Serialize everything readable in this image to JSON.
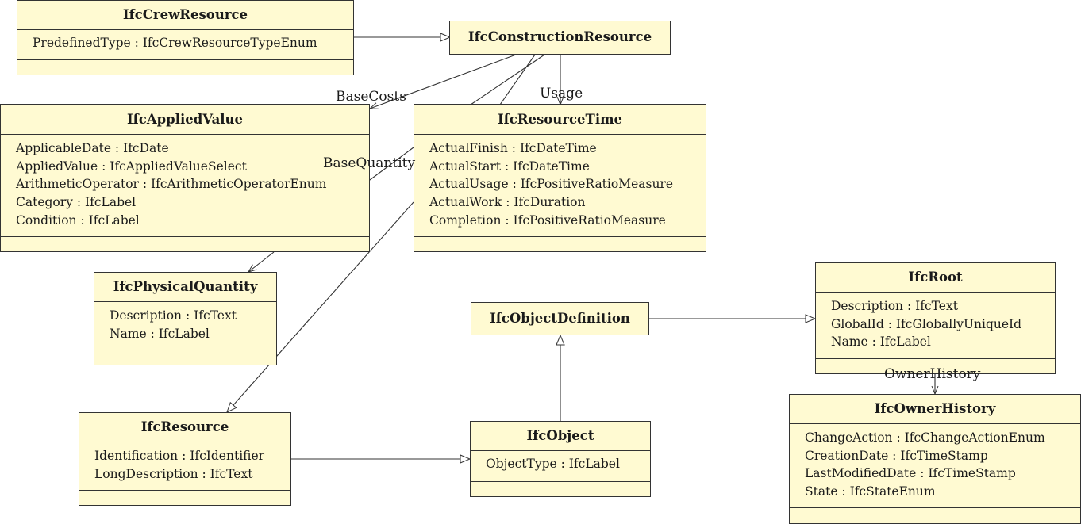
{
  "classes": {
    "crew_resource": {
      "name": "IfcCrewResource",
      "attributes": [
        "PredefinedType : IfcCrewResourceTypeEnum"
      ]
    },
    "construction_resource": {
      "name": "IfcConstructionResource",
      "attributes": []
    },
    "applied_value": {
      "name": "IfcAppliedValue",
      "attributes": [
        "ApplicableDate : IfcDate",
        "AppliedValue : IfcAppliedValueSelect",
        "ArithmeticOperator : IfcArithmeticOperatorEnum",
        "Category : IfcLabel",
        "Condition : IfcLabel"
      ]
    },
    "resource_time": {
      "name": "IfcResourceTime",
      "attributes": [
        "ActualFinish : IfcDateTime",
        "ActualStart : IfcDateTime",
        "ActualUsage : IfcPositiveRatioMeasure",
        "ActualWork : IfcDuration",
        "Completion : IfcPositiveRatioMeasure"
      ]
    },
    "physical_quantity": {
      "name": "IfcPhysicalQuantity",
      "attributes": [
        "Description : IfcText",
        "Name : IfcLabel"
      ]
    },
    "object_definition": {
      "name": "IfcObjectDefinition",
      "attributes": []
    },
    "root": {
      "name": "IfcRoot",
      "attributes": [
        "Description : IfcText",
        "GlobalId : IfcGloballyUniqueId",
        "Name : IfcLabel"
      ]
    },
    "resource": {
      "name": "IfcResource",
      "attributes": [
        "Identification : IfcIdentifier",
        "LongDescription : IfcText"
      ]
    },
    "object": {
      "name": "IfcObject",
      "attributes": [
        "ObjectType : IfcLabel"
      ]
    },
    "owner_history": {
      "name": "IfcOwnerHistory",
      "attributes": [
        "ChangeAction : IfcChangeActionEnum",
        "CreationDate : IfcTimeStamp",
        "LastModifiedDate : IfcTimeStamp",
        "State : IfcStateEnum"
      ]
    }
  },
  "relation_labels": {
    "base_costs": "BaseCosts",
    "usage": "Usage",
    "base_quantity": "BaseQuantity",
    "owner_history": "OwnerHistory"
  },
  "colors": {
    "class_fill": "#fffad2",
    "line": "#333333"
  }
}
